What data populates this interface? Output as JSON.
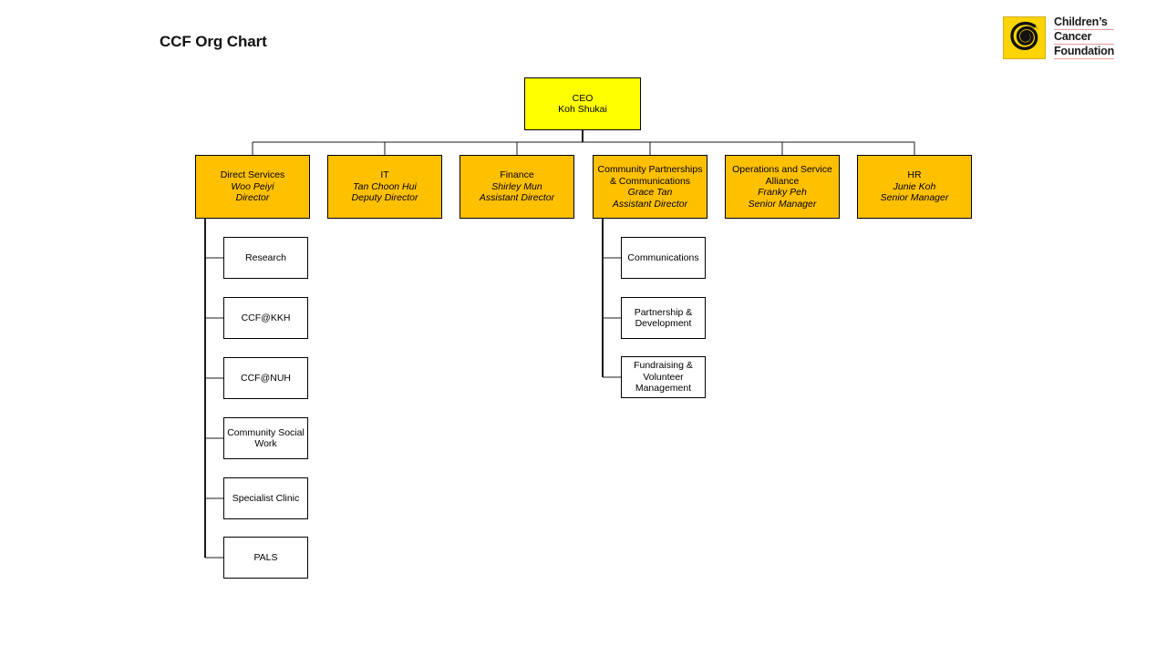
{
  "header": {
    "title": "CCF Org Chart",
    "logo": {
      "mark_icon": "ccf-spiral-icon",
      "mark_bg": "#FFD400",
      "line1": "Children’s",
      "line2": "Cancer",
      "line3": "Foundation",
      "underline_color": "#e79a9a"
    }
  },
  "colors": {
    "ceo_fill": "#FFFF00",
    "division_fill": "#FFC000",
    "leaf_fill": "#FFFFFF",
    "border": "#000000"
  },
  "chart_data": {
    "type": "diagram",
    "title": "CCF Org Chart",
    "ceo": {
      "unit": "CEO",
      "person": "Koh Shukai",
      "role": ""
    },
    "divisions": [
      {
        "unit": "Direct Services",
        "person": "Woo Peiyi",
        "role": "Director",
        "children": [
          "Research",
          "CCF@KKH",
          "CCF@NUH",
          "Community Social Work",
          "Specialist Clinic",
          "PALS"
        ]
      },
      {
        "unit": "IT",
        "person": "Tan Choon Hui",
        "role": "Deputy Director",
        "children": []
      },
      {
        "unit": "Finance",
        "person": "Shirley Mun",
        "role": "Assistant Director",
        "children": []
      },
      {
        "unit": "Community Partnerships & Communications",
        "person": "Grace Tan",
        "role": "Assistant Director",
        "children": [
          "Communications",
          "Partnership & Development",
          "Fundraising & Volunteer Management"
        ]
      },
      {
        "unit": "Operations and Service Alliance",
        "person": "Franky Peh",
        "role": "Senior Manager",
        "children": []
      },
      {
        "unit": "HR",
        "person": "Junie Koh",
        "role": "Senior Manager",
        "children": []
      }
    ]
  }
}
